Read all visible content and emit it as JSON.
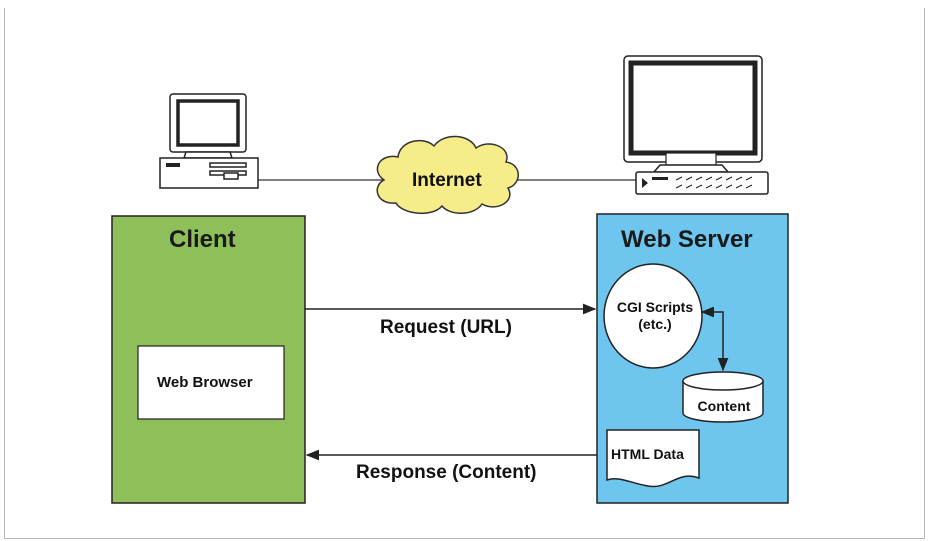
{
  "diagram": {
    "internet_label": "Internet",
    "client_label": "Client",
    "server_label": "Web Server",
    "browser_label": "Web Browser",
    "request_label": "Request (URL)",
    "response_label": "Response (Content)",
    "cgi_label": "CGI Scripts\n(etc.)",
    "content_label": "Content",
    "html_data_label": "HTML Data"
  },
  "colors": {
    "top_bar": "#21409a",
    "client_box": "#8fbf5a",
    "server_box": "#6ec6ee",
    "cloud": "#f6ec8a",
    "line": "#222222"
  },
  "icons": [
    "client-computer-icon",
    "server-computer-icon",
    "internet-cloud-icon",
    "database-icon",
    "document-icon"
  ]
}
